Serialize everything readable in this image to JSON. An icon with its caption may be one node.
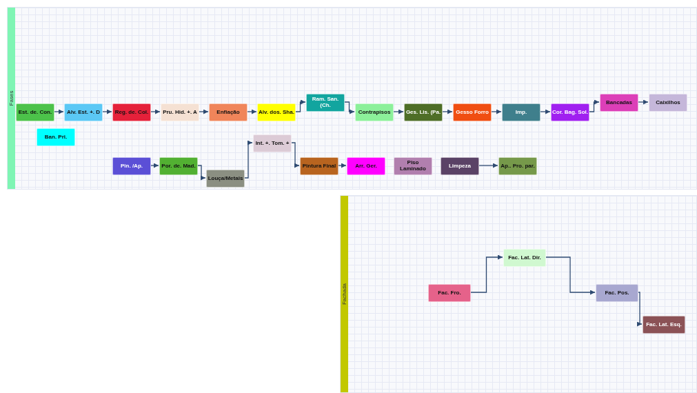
{
  "diagram": {
    "nodes": [
      {
        "text": [
          "Fases"
        ]
      },
      {
        "text": [
          "Est. de. Con."
        ],
        "in": 0
      },
      {
        "text": [
          "Alv. Est. +. D"
        ],
        "in": 0
      },
      {
        "text": [
          "Reg. de. Col."
        ],
        "in": 0
      },
      {
        "text": [
          "Pru. Hid. +. A"
        ],
        "in": 0
      },
      {
        "text": [
          "Enfiação"
        ],
        "in": 0
      },
      {
        "text": [
          "Alv. dos. Sha."
        ],
        "in": 0
      },
      {
        "text": [
          "Ram. San. (Ch."
        ],
        "in": 0
      },
      {
        "text": [
          "Contrapisos"
        ],
        "in": 0
      },
      {
        "text": [
          "Ges. Lis. (Pa."
        ],
        "in": 0
      },
      {
        "text": [
          "Gesso Forro"
        ],
        "in": 0
      },
      {
        "text": [
          "Imp."
        ],
        "in": 0
      },
      {
        "text": [
          "Cor. Bag. Sol."
        ],
        "in": 0
      },
      {
        "text": [
          "Bancadas"
        ],
        "in": 0
      },
      {
        "text": [
          "Caixilhos"
        ],
        "in": 0
      },
      {
        "text": [
          "Ban. Pri."
        ],
        "in": 0
      },
      {
        "text": [
          "Pin. /Ap."
        ],
        "in": 0
      },
      {
        "text": [
          "Por. de. Mad."
        ],
        "in": 0
      },
      {
        "text": [
          "Louça/Metais"
        ],
        "in": 0
      },
      {
        "text": [
          "Int. +. Tom. +"
        ],
        "in": 0
      },
      {
        "text": [
          "Pintura Final"
        ],
        "in": 0
      },
      {
        "text": [
          "Arr. Ger."
        ],
        "in": 0
      },
      {
        "text": [
          "Piso Laminado"
        ],
        "in": 0
      },
      {
        "text": [
          "Limpeza"
        ],
        "in": 0
      },
      {
        "text": [
          "Ap.. Pro. par."
        ],
        "in": 0
      },
      {
        "text": [
          "Fachada"
        ]
      },
      {
        "text": [
          "Fac. Fro."
        ],
        "in": 25
      },
      {
        "text": [
          "Fac. Lat. Dir."
        ],
        "in": 25
      },
      {
        "text": [
          "Fac. Pos."
        ],
        "in": 25
      },
      {
        "text": [
          "Fac. Lat. Esq."
        ],
        "in": 25
      }
    ],
    "edges": [
      {
        "from": 1,
        "to": 2,
        "arrow": "to"
      },
      {
        "from": 2,
        "to": 3,
        "arrow": "to"
      },
      {
        "from": 3,
        "to": 4,
        "arrow": "to"
      },
      {
        "from": 4,
        "to": 5,
        "arrow": "to"
      },
      {
        "from": 5,
        "to": 6,
        "arrow": "to"
      },
      {
        "from": 6,
        "to": 7,
        "arrow": "to"
      },
      {
        "from": 7,
        "to": 8,
        "arrow": "to"
      },
      {
        "from": 8,
        "to": 9,
        "arrow": "to"
      },
      {
        "from": 9,
        "to": 10,
        "arrow": "to"
      },
      {
        "from": 10,
        "to": 11,
        "arrow": "to"
      },
      {
        "from": 11,
        "to": 12,
        "arrow": "to"
      },
      {
        "from": 12,
        "to": 13,
        "arrow": "to"
      },
      {
        "from": 13,
        "to": 14,
        "arrow": "to"
      },
      {
        "from": 16,
        "to": 17,
        "arrow": "to"
      },
      {
        "from": 17,
        "to": 18,
        "arrow": "to"
      },
      {
        "from": 18,
        "to": 19,
        "arrow": "to"
      },
      {
        "from": 19,
        "to": 20,
        "arrow": "to"
      },
      {
        "from": 20,
        "to": 21,
        "arrow": "to"
      },
      {
        "from": 23,
        "to": 24,
        "arrow": "to"
      },
      {
        "from": 26,
        "to": 27,
        "arrow": "to"
      },
      {
        "from": 27,
        "to": 28,
        "arrow": "to"
      },
      {
        "from": 28,
        "to": 29,
        "arrow": "to"
      }
    ]
  }
}
